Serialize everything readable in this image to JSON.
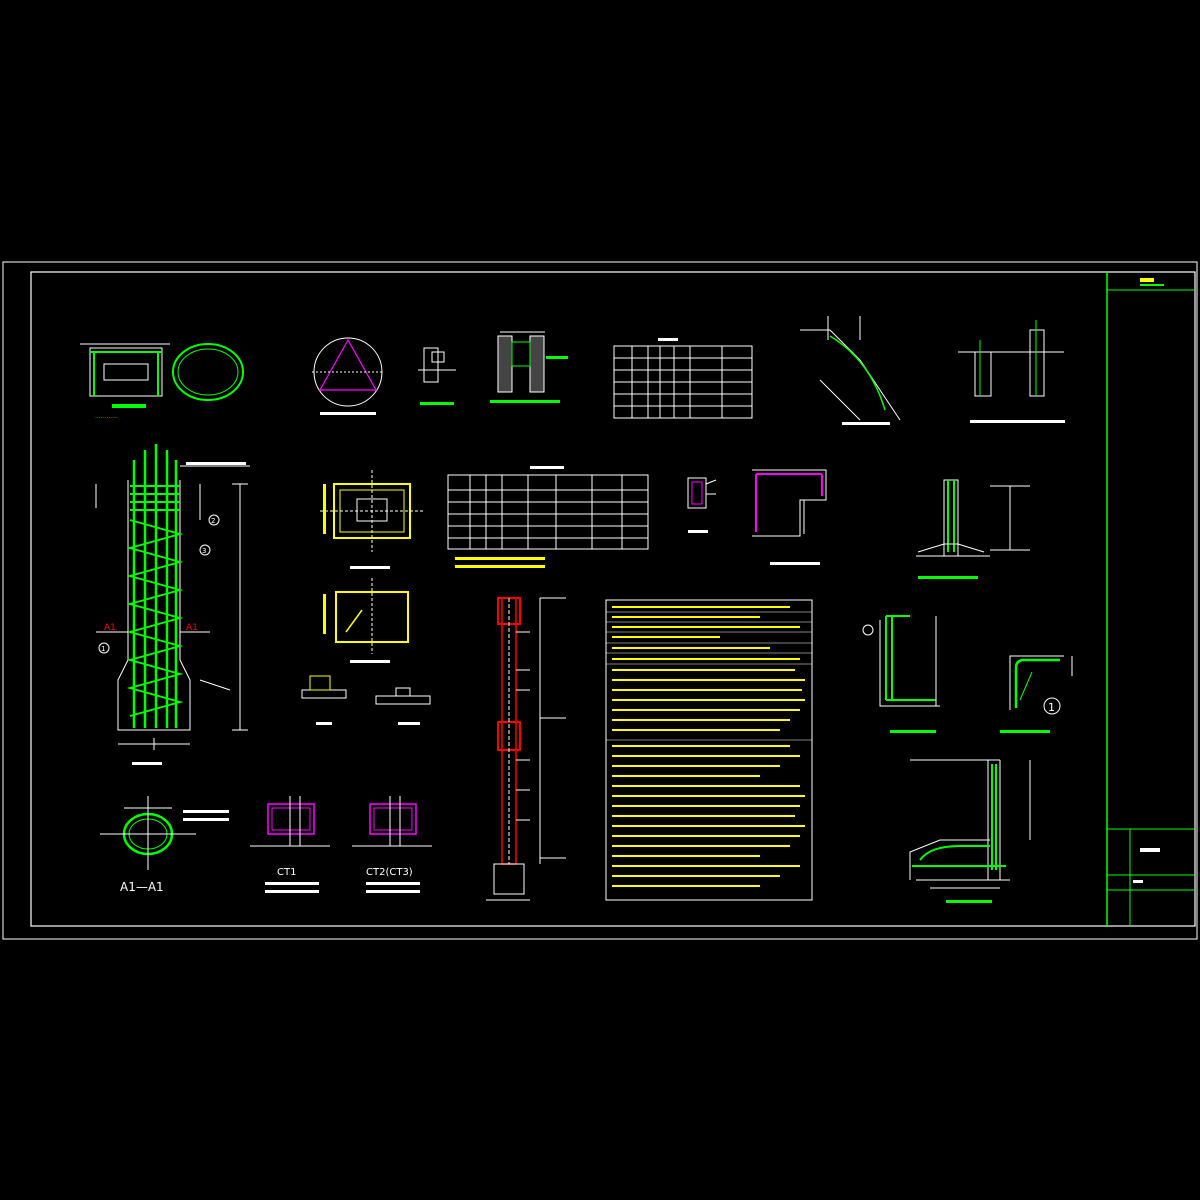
{
  "labels": {
    "section_mark_left": "A1",
    "section_mark_right": "A1",
    "section_title": "A1—A1",
    "cap1": "CT1",
    "cap2": "CT2(CT3)",
    "detail_circle": "1",
    "callout_1": "1",
    "callout_2": "2",
    "callout_3": "3"
  },
  "colors": {
    "background": "#000000",
    "frame": "#ffffff",
    "title_block": "#00ff00",
    "rebar": "#00ff00",
    "notes": "#ffff00",
    "highlight": "#ff00ff",
    "column": "#ff0000"
  }
}
